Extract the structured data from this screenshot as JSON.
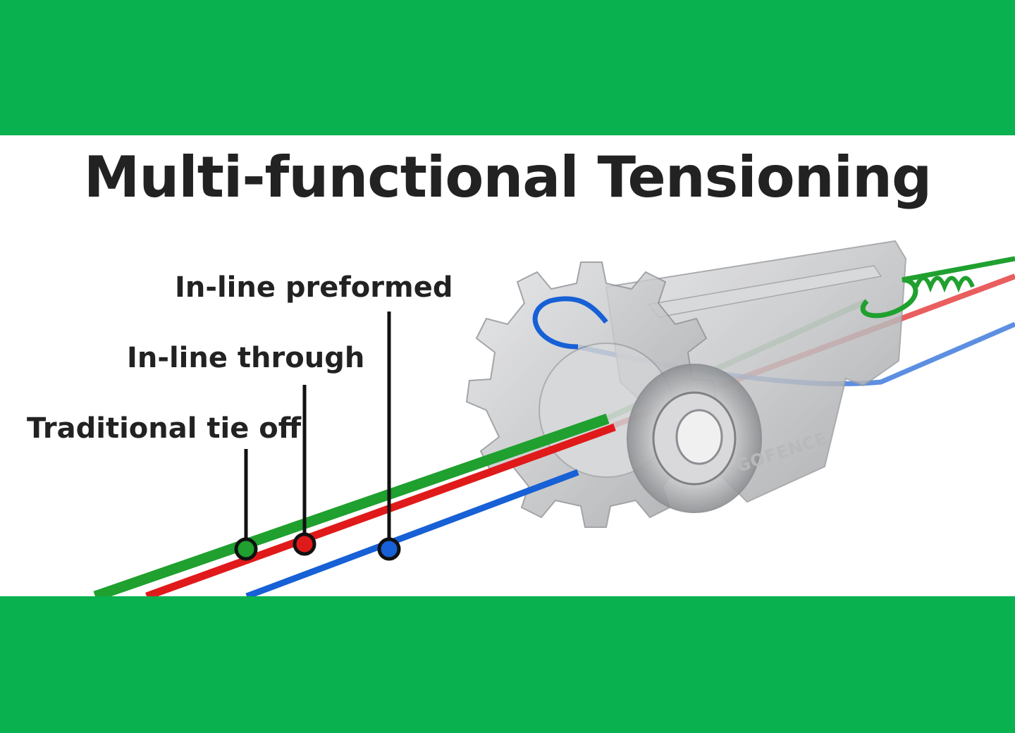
{
  "title": "Multi-functional Tensioning",
  "labels": {
    "inline_preformed": "In-line preformed",
    "inline_through": "In-line through",
    "traditional_tie_off": "Traditional tie off"
  },
  "brand": "GOFENCE",
  "colors": {
    "band": "#0ab14f",
    "panel": "#ffffff",
    "text": "#222222",
    "wire_green": "#1fa02f",
    "wire_red": "#e01a1a",
    "wire_blue": "#1760d6",
    "metal": "#c4c5c7"
  }
}
